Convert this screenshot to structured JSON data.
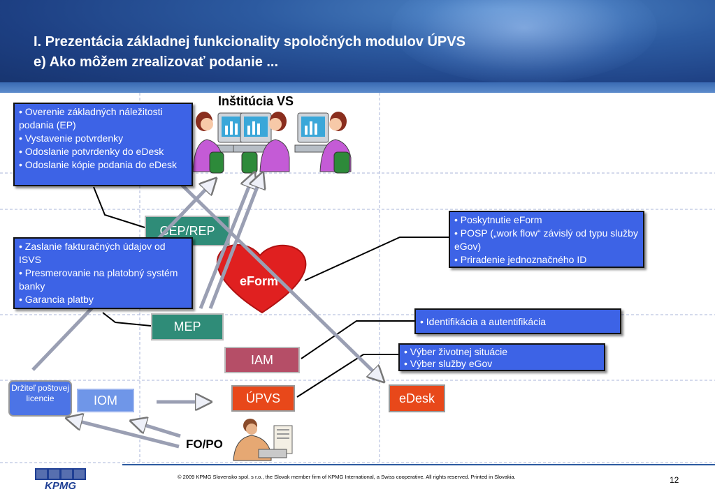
{
  "slide": {
    "title_line1": "I. Prezentácia základnej funkcionality spoločných modulov ÚPVS",
    "title_line2": "e) Ako môžem zrealizovať podanie ...",
    "institution_title": "Inštitúcia VS"
  },
  "callouts": {
    "cep_box": [
      "• Overenie základných náležitosti podania (EP)",
      "• Vystavenie potvrdenky",
      "• Odoslanie potvrdenky do eDesk",
      "• Odoslanie kópie podania do eDesk"
    ],
    "mep_box": [
      "• Zaslanie fakturačných údajov od ISVS",
      "• Presmerovanie na platobný systém banky",
      "• Garancia platby"
    ],
    "eform_box": [
      "• Poskytnutie eForm",
      "• POSP („work flow“ závislý od typu služby eGov)",
      "• Priradenie jednoznačného ID"
    ],
    "iam_box": [
      "• Identifikácia a autentifikácia"
    ],
    "upvs_box": [
      "• Výber životnej situácie",
      "• Výber služby eGov"
    ]
  },
  "modules": {
    "cep": "CEP/REP",
    "eform": "eForm",
    "mep": "MEP",
    "iam": "IAM",
    "upvs": "ÚPVS",
    "edesk": "eDesk",
    "iom": "IOM",
    "holder": "Držiteľ poštovej licencie",
    "fopo": "FO/PO"
  },
  "footer": {
    "logo": "KPMG",
    "copyright": "© 2009 KPMG Slovensko spol. s r.o., the Slovak member firm of KPMG International, a Swiss cooperative. All rights reserved. Printed in Slovakia.",
    "page_number": "12"
  },
  "colors": {
    "callout_blue": "#3d63e6",
    "module_teal": "#2f8c78",
    "module_iam": "#b54e67",
    "module_orange": "#e8481a",
    "heart_red": "#e02020"
  }
}
